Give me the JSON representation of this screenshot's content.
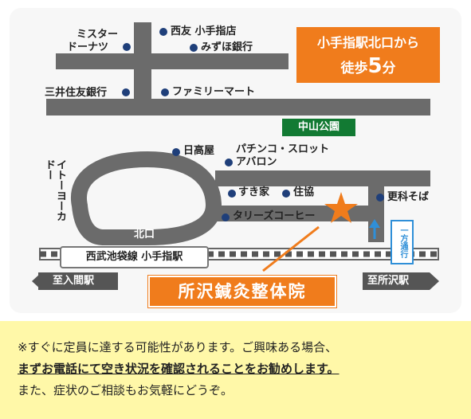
{
  "callout": {
    "line1": "小手指駅北口から",
    "line2_prefix": "徒歩",
    "line2_number": "5",
    "line2_suffix": "分"
  },
  "landmarks": {
    "mister_donut_1": "ミスター",
    "mister_donut_2": "ドーナツ",
    "seiyu": "西友 小手指店",
    "mizuho": "みずほ銀行",
    "smbc": "三井住友銀行",
    "familymart": "ファミリーマート",
    "park": "中山公園",
    "hidakaya": "日高屋",
    "pachinko_1": "パチンコ・スロット",
    "pachinko_2": "アバロン",
    "itoyokado": "イトーヨーカドー",
    "sukiya": "すき家",
    "sumikyo": "住協",
    "sarashina": "更科そば",
    "tullys": "タリーズコーヒー",
    "kitaguchi": "北口",
    "one_way": "一方通行"
  },
  "station": "西武池袋線 小手指駅",
  "clinic": "所沢鍼灸整体院",
  "directions": {
    "left": "至入間駅",
    "right": "至所沢駅"
  },
  "notice": {
    "line1": "※すぐに定員に達する可能性があります。ご興味ある場合、",
    "line2": "まずお電話にて空き状況を確認されることをお勧めします。",
    "line3": "また、症状のご相談もお気軽にどうぞ。"
  },
  "colors": {
    "orange": "#f07c1c",
    "road": "#6b6b6b",
    "park_green": "#127a33",
    "dot_navy": "#1f3f7a",
    "notice_bg": "#fff8a8",
    "one_way_blue": "#2f8fd8"
  }
}
